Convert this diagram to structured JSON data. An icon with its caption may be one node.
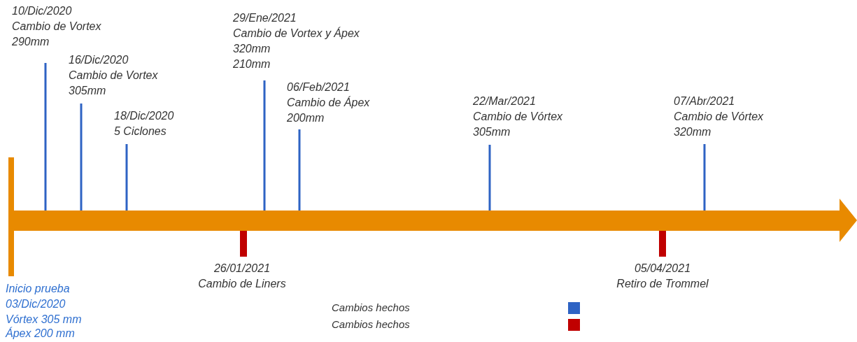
{
  "diagram": {
    "labels": [
      "10/Dic/2020",
      "Cambio de Vortex",
      "290mm",
      "16/Dic/2020",
      "Cambio de Vortex",
      "305mm",
      "18/Dic/2020",
      "5 Ciclones",
      "29/Ene/2021",
      "Cambio de Vortex y Ápex",
      "320mm",
      "210mm",
      "06/Feb/2021",
      "Cambio de Ápex",
      "200mm",
      "22/Mar/2021",
      "Cambio de Vórtex",
      "305mm",
      "07/Abr/2021",
      "Cambio de Vórtex",
      "320mm",
      "26/01/2021",
      "Cambio de Liners",
      "05/04/2021",
      "Retiro de Trommel",
      "Inicio prueba",
      "03/Dic/2020",
      "Vórtex 305 mm",
      "Ápex 200 mm"
    ],
    "legend": [
      {
        "text": "Cambios hechos",
        "color": "#2e63c4"
      },
      {
        "text": "Cambios hechos",
        "color": "#c00000"
      }
    ]
  }
}
